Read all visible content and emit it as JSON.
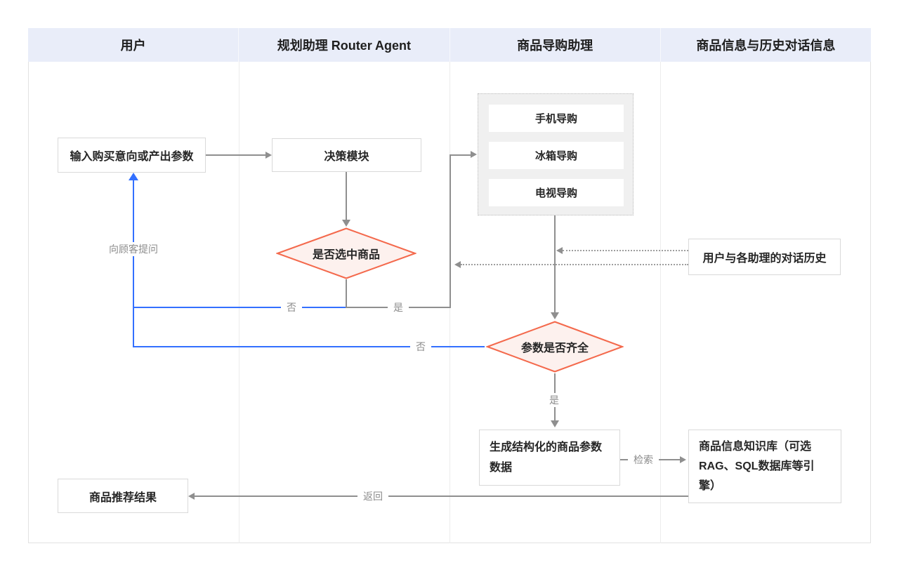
{
  "diagram": {
    "lanes": [
      {
        "label": "用户"
      },
      {
        "label": "规划助理 Router Agent"
      },
      {
        "label": "商品导购助理"
      },
      {
        "label": "商品信息与历史对话信息"
      }
    ],
    "nodes": {
      "input": "输入购买意向或产出参数",
      "decision": "决策模块",
      "diamond1": "是否选中商品",
      "guides": [
        "手机导购",
        "冰箱导购",
        "电视导购"
      ],
      "diamond2": "参数是否齐全",
      "generate": "生成结构化的商品参数数据",
      "knowledge": "商品信息知识库（可选RAG、SQL数据库等引擎）",
      "dialog_history": "用户与各助理的对话历史",
      "recommend": "商品推荐结果"
    },
    "edge_labels": {
      "no1": "否",
      "yes1": "是",
      "no2": "否",
      "yes2": "是",
      "ask_customer": "向顾客提问",
      "retrieve": "检索",
      "return_label": "返回"
    },
    "colors": {
      "header_bg": "#e9edf9",
      "flow_line_gray": "#8f8f8f",
      "return_line_blue": "#3370ff",
      "diamond_border": "#f4694c",
      "diamond_fill": "#fdf1ee"
    }
  }
}
